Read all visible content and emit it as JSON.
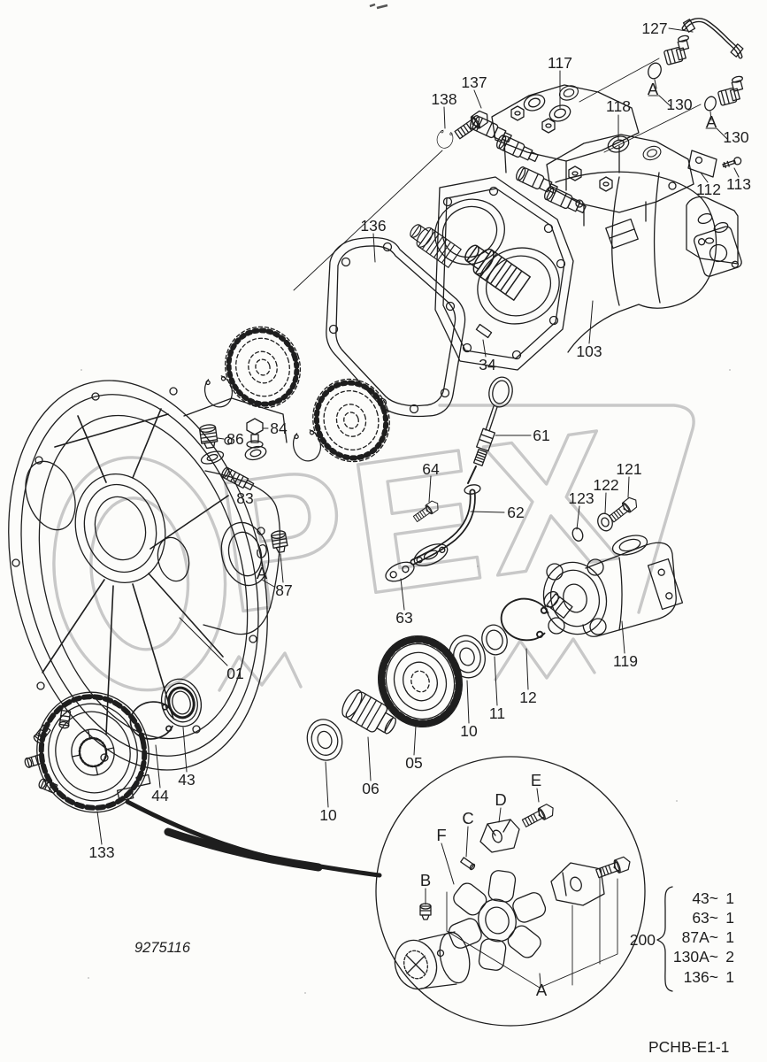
{
  "page": {
    "background": "#fcfcfa",
    "ink_color": "#1e1e1e",
    "drawing_number": "9275116",
    "page_code": "PCHB-E1-1"
  },
  "watermark": {
    "text": "OPEX",
    "letter_o": "O",
    "letters_rest": "PEX",
    "color": "#c8c8c8"
  },
  "callouts": {
    "n127": "127",
    "n117": "117",
    "n137": "137",
    "n138": "138",
    "n118": "118",
    "a_top1": "A",
    "n130a": "130",
    "a_top2": "A",
    "n130b": "130",
    "n113": "113",
    "n112": "112",
    "n136": "136",
    "n34": "34",
    "n103": "103",
    "n61": "61",
    "n64": "64",
    "n62": "62",
    "n123": "123",
    "n122": "122",
    "n121": "121",
    "n86": "86",
    "n84": "84",
    "n83": "83",
    "a_side": "A",
    "n87": "87",
    "n63": "63",
    "n119": "119",
    "n01": "01",
    "n12": "12",
    "n11": "11",
    "n10_right": "10",
    "n05": "05",
    "n06": "06",
    "n10_left": "10",
    "n43": "43",
    "n44": "44",
    "n133": "133"
  },
  "inset": {
    "a": "A",
    "b": "B",
    "c": "C",
    "d": "D",
    "e": "E",
    "f": "F"
  },
  "ref_table": {
    "group": "200",
    "rows": [
      {
        "ref": "43~",
        "qty": "1"
      },
      {
        "ref": "63~",
        "qty": "1"
      },
      {
        "ref": "87A~",
        "qty": "1"
      },
      {
        "ref": "130A~",
        "qty": "2"
      },
      {
        "ref": "136~",
        "qty": "1"
      }
    ]
  }
}
